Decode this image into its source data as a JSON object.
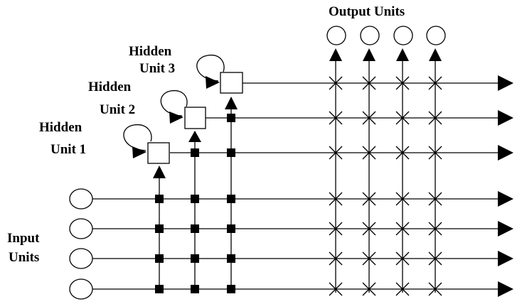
{
  "labels": {
    "output_units": "Output Units",
    "hidden1_line1": "Hidden",
    "hidden1_line2": "Unit 1",
    "hidden2_line1": "Hidden",
    "hidden2_line2": "Unit 2",
    "hidden3_line1": "Hidden",
    "hidden3_line2": "Unit 3",
    "input_line1": "Input",
    "input_line2": "Units"
  },
  "structure": {
    "input_unit_count": 4,
    "hidden_unit_count": 3,
    "output_unit_count": 4,
    "hidden_recurrent_self_loop": true
  },
  "colors": {
    "line": "#000000",
    "background": "#ffffff"
  }
}
